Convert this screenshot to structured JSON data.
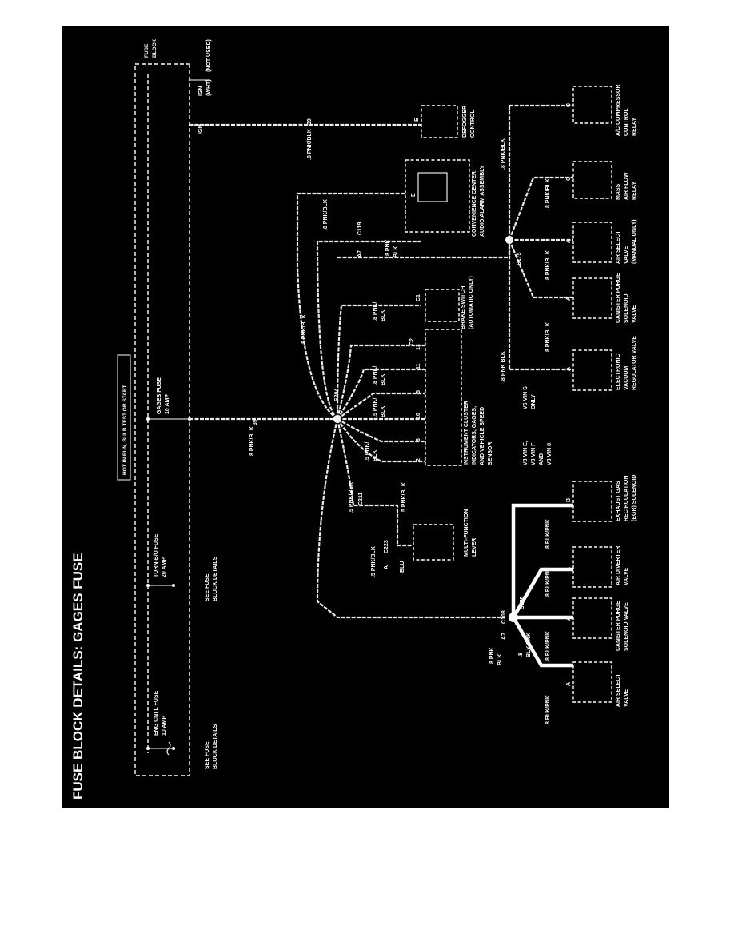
{
  "title": "FUSE BLOCK DETAILS: GAGES FUSE",
  "hot_in_run": "HOT IN RUN, BULB TEST OR START",
  "fuse_block": [
    "FUSE",
    "BLOCK"
  ],
  "fuses": {
    "engcntl": [
      "ENG CNTL FUSE",
      "10 AMP"
    ],
    "turnbu": [
      "TURN-B/U FUSE",
      "20 AMP"
    ],
    "gages": [
      "GAGES FUSE",
      "10 AMP"
    ]
  },
  "see_fuse": [
    "SEE FUSE",
    "BLOCK DETAILS"
  ],
  "ign": "IGN",
  "ign_wht": [
    "IGN",
    "(WHT)",
    "(NOT USED)"
  ],
  "splice_s204": "S204",
  "splice_s175": "S175",
  "conn": {
    "c108": "C108",
    "c119": "C119",
    "c211": "C211",
    "c223": "C223",
    "c1": "C1",
    "c2": "C2",
    "a": "A",
    "a7": "A7",
    "b": "B",
    "c": "C",
    "e": "E"
  },
  "wires": {
    "pnkblk39": "39",
    "w8pnkblk": ".8 PNK/BLK",
    "w5pnkblk": ".5 PNK/BLK",
    "w8pnk": ".8 PNK/",
    "blk": "BLK",
    "w5pnk": ".5 PNK/",
    "w8blkpnk": ".8 BLK/PNK",
    "w8": ".8",
    "blkpnk": "BLK/PNK",
    "w8pnksp": ".8 PNK",
    "w8pnkblk_sp": ".8 PNK BLK",
    "blu": "BLU",
    "pnkblk_sh": ".8 PNK/BLK"
  },
  "terminals": {
    "t2": "2",
    "t6": "6",
    "t10": "10",
    "t5": "5",
    "t13": "13",
    "t11": "11"
  },
  "components": {
    "air_select_1": [
      "AIR SELECT",
      "VALVE"
    ],
    "canister_purge_1": [
      "CANISTER PURGE",
      "SOLENOID VALVE"
    ],
    "air_diverter": [
      "AIR DIVERTER",
      "VALVE"
    ],
    "egr": [
      "EXHAUST GAS",
      "RECIRCULATION",
      "(EGR) SOLENOID"
    ],
    "multifunction": [
      "MULTI-FUNCTION",
      "LEVER"
    ],
    "cluster": [
      "INSTRUMENT CLUSTER",
      "INDICATORS, GAGES,",
      "AND VEHICLE SPEED",
      "SENSOR"
    ],
    "brake": [
      "BRAKE SWITCH",
      "(AUTOMATIC ONLY)"
    ],
    "convenience": [
      "CONVENIENCE CENTER:",
      "AUDIO ALARM ASSEMBLY"
    ],
    "defogger": [
      "DEFOGGER",
      "CONTROL"
    ],
    "evrv": [
      "ELECTRONIC",
      "VACUUM",
      "REGULATOR VALVE"
    ],
    "canister_purge_2": [
      "CANISTER PURGE",
      "SOLENOID",
      "VALVE"
    ],
    "air_select_2": [
      "AIR SELECT",
      "VALVE",
      "(MANUAL ONLY)"
    ],
    "maf": [
      "MASS",
      "AIR FLOW",
      "RELAY"
    ],
    "ac": [
      "A/C COMPRESSOR",
      "CONTROL",
      "RELAY"
    ]
  },
  "vin_notes": {
    "left": [
      "V8 VIN E,",
      "V8 VIN F",
      "AND",
      "V8 VIN 8"
    ],
    "right": [
      "V6 VIN S",
      "ONLY"
    ]
  }
}
